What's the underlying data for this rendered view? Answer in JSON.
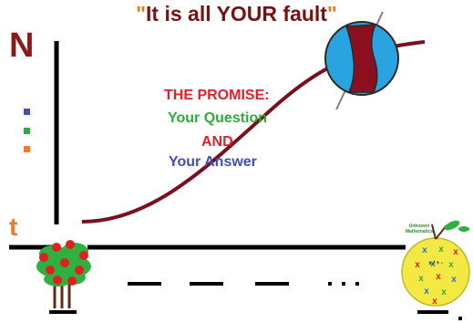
{
  "title": {
    "quote_open": "\"",
    "text": "It is all YOUR fault",
    "quote_close": "\""
  },
  "axis": {
    "y_letter": "N",
    "x_letter": "t"
  },
  "promise": {
    "heading": "THE PROMISE:",
    "line1": "Your Question",
    "line2": "AND",
    "line3": "Your Answer"
  },
  "ball_label": {
    "line1": "Unknown",
    "line2": "Mathematics",
    "ops": "x / + -"
  },
  "colors": {
    "title": "#7a1111",
    "quote": "#e57a24",
    "curve": "#7a0f1e",
    "heading": "#e2202a",
    "question": "#2faa3c",
    "and": "#e2202a",
    "answer": "#3f4fb8",
    "globe": "#29a4e0",
    "ball": "#f4e842"
  },
  "legend_dots": [
    {
      "name": "blue-dot",
      "color": "#3f4fb8"
    },
    {
      "name": "green-dot",
      "color": "#2faa3c"
    },
    {
      "name": "orange-dot",
      "color": "#ef7a27"
    }
  ],
  "icons": [
    "apple-tree-icon",
    "globe-icon",
    "yellow-ball-icon",
    "x-marks-icon"
  ]
}
